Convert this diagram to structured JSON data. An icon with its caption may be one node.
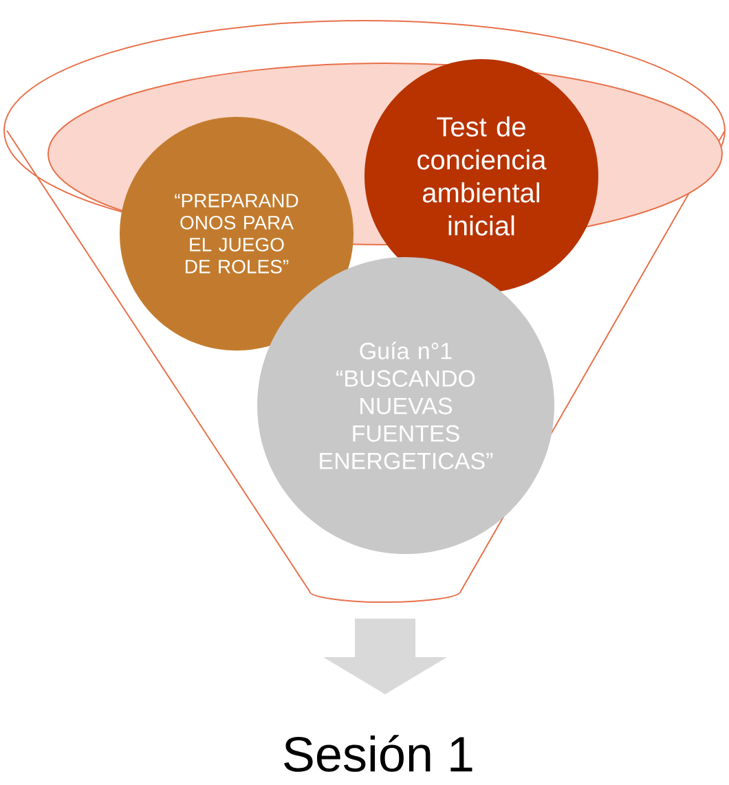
{
  "diagram": {
    "nodes": [
      {
        "text": [
          "“PREPARAND ONOS PARA EL JUEGO DE ROLES”"
        ]
      },
      {
        "text": [
          "Test de conciencia ambiental inicial"
        ]
      },
      {
        "text": [
          "Guía n°1 “BUSCANDO NUEVAS FUENTES ENERGETICAS”"
        ]
      }
    ],
    "labels": [
      "Sesión 1"
    ]
  }
}
